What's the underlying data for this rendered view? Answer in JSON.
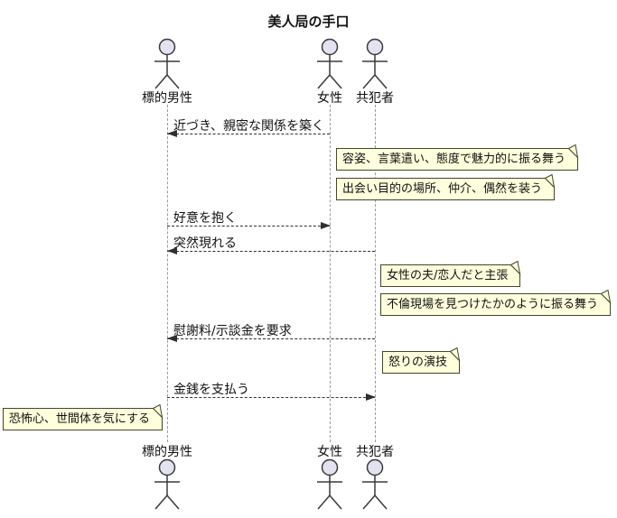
{
  "title": "美人局の手口",
  "actors": [
    {
      "name": "標的男性"
    },
    {
      "name": "女性"
    },
    {
      "name": "共犯者"
    }
  ],
  "messages": [
    {
      "text": "近づき、親密な関係を築く",
      "from": "女性",
      "to": "標的男性",
      "line": "dashed"
    },
    {
      "text": "好意を抱く",
      "from": "標的男性",
      "to": "女性",
      "line": "dashed"
    },
    {
      "text": "突然現れる",
      "from": "共犯者",
      "to": "標的男性",
      "line": "dashed"
    },
    {
      "text": "慰謝料/示談金を要求",
      "from": "共犯者",
      "to": "標的男性",
      "line": "dashed"
    },
    {
      "text": "金銭を支払う",
      "from": "標的男性",
      "to": "共犯者",
      "line": "dashed"
    }
  ],
  "notes": [
    {
      "text": "容姿、言葉遣い、態度で魅力的に振る舞う",
      "anchor": "right-of-女性"
    },
    {
      "text": "出会い目的の場所、仲介、偶然を装う",
      "anchor": "right-of-女性"
    },
    {
      "text": "女性の夫/恋人だと主張",
      "anchor": "right-of-共犯者"
    },
    {
      "text": "不倫現場を見つけたかのように振る舞う",
      "anchor": "right-of-共犯者"
    },
    {
      "text": "怒りの演技",
      "anchor": "right-of-共犯者"
    },
    {
      "text": "恐怖心、世間体を気にする",
      "anchor": "left-of-標的男性"
    }
  ],
  "colors": {
    "background": "#FFFFFF",
    "note_fill": "#FEFFDD",
    "note_border": "#45452a",
    "actor_head_fill": "#E2E2F0",
    "figure_stroke": "#3a3a3a",
    "arrow": "#2F2F2F",
    "lifeline": "#9A9A9A",
    "text": "#111111"
  }
}
